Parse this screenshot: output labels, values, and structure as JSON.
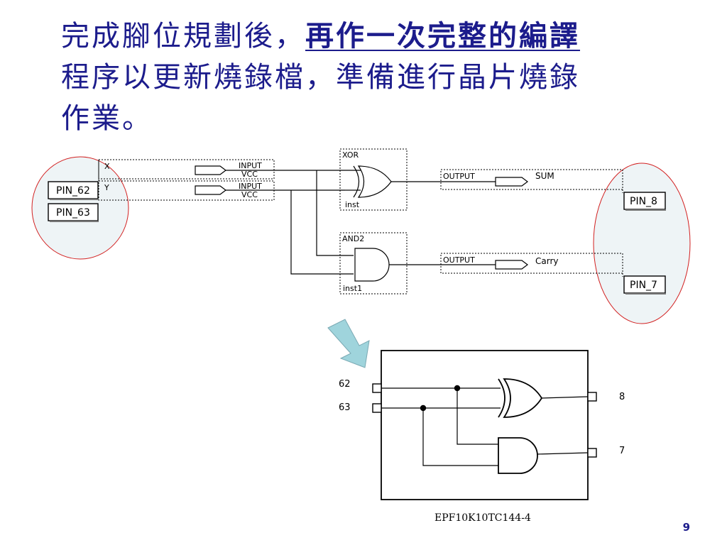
{
  "slide": {
    "title_line1_a": "完成腳位規劃後，",
    "title_line1_b": "再作一次完整的編譯",
    "title_line2": "程序以更新燒錄檔，準備進行晶片燒錄",
    "title_line3": "作業。",
    "page_number": "9"
  },
  "schematic": {
    "in_x": "X",
    "in_y": "Y",
    "input_label": "INPUT",
    "vcc_label": "VCC",
    "pin_62": "PIN_62",
    "pin_63": "PIN_63",
    "xor_label": "XOR",
    "inst_label": "inst",
    "and_label": "AND2",
    "inst1_label": "inst1",
    "output_label": "OUTPUT",
    "sum_label": "SUM",
    "carry_label": "Carry",
    "pin_8": "PIN_8",
    "pin_7": "PIN_7"
  },
  "chip_diagram": {
    "pin_62": "62",
    "pin_63": "63",
    "pin_8": "8",
    "pin_7": "7",
    "chip_name": "EPF10K10TC144-4"
  },
  "colors": {
    "title": "#1c1c8c",
    "highlight_fill": "#eef4f6",
    "ellipse_stroke": "#d22020",
    "arrow_fill": "#9fd4dc",
    "arrow_stroke": "#7aa9b3"
  }
}
